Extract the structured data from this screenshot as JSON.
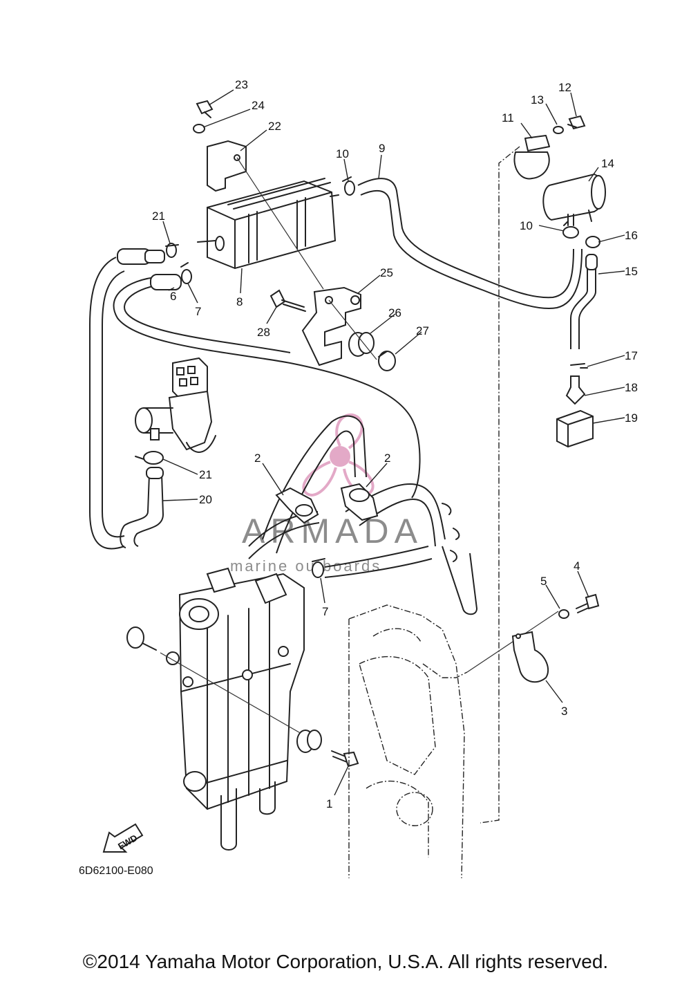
{
  "diagram": {
    "code": "6D62100-E080",
    "fwd_label": "FWD",
    "callouts": [
      {
        "id": "23",
        "text": "23"
      },
      {
        "id": "24",
        "text": "24"
      },
      {
        "id": "22",
        "text": "22"
      },
      {
        "id": "10a",
        "text": "10"
      },
      {
        "id": "9",
        "text": "9"
      },
      {
        "id": "11",
        "text": "11"
      },
      {
        "id": "13",
        "text": "13"
      },
      {
        "id": "12",
        "text": "12"
      },
      {
        "id": "14",
        "text": "14"
      },
      {
        "id": "21a",
        "text": "21"
      },
      {
        "id": "10b",
        "text": "10"
      },
      {
        "id": "16",
        "text": "16"
      },
      {
        "id": "15",
        "text": "15"
      },
      {
        "id": "25",
        "text": "25"
      },
      {
        "id": "6",
        "text": "6"
      },
      {
        "id": "7a",
        "text": "7"
      },
      {
        "id": "8",
        "text": "8"
      },
      {
        "id": "26",
        "text": "26"
      },
      {
        "id": "28",
        "text": "28"
      },
      {
        "id": "27",
        "text": "27"
      },
      {
        "id": "17",
        "text": "17"
      },
      {
        "id": "18",
        "text": "18"
      },
      {
        "id": "19",
        "text": "19"
      },
      {
        "id": "2a",
        "text": "2"
      },
      {
        "id": "2b",
        "text": "2"
      },
      {
        "id": "21b",
        "text": "21"
      },
      {
        "id": "20",
        "text": "20"
      },
      {
        "id": "4",
        "text": "4"
      },
      {
        "id": "5",
        "text": "5"
      },
      {
        "id": "7b",
        "text": "7"
      },
      {
        "id": "3",
        "text": "3"
      },
      {
        "id": "1",
        "text": "1"
      }
    ]
  },
  "watermark": {
    "title": "ARMADA",
    "subtitle": "marine outboards",
    "color": "#e3a9c7"
  },
  "footer": {
    "copyright": "©2014 Yamaha Motor Corporation, U.S.A. All rights reserved."
  }
}
